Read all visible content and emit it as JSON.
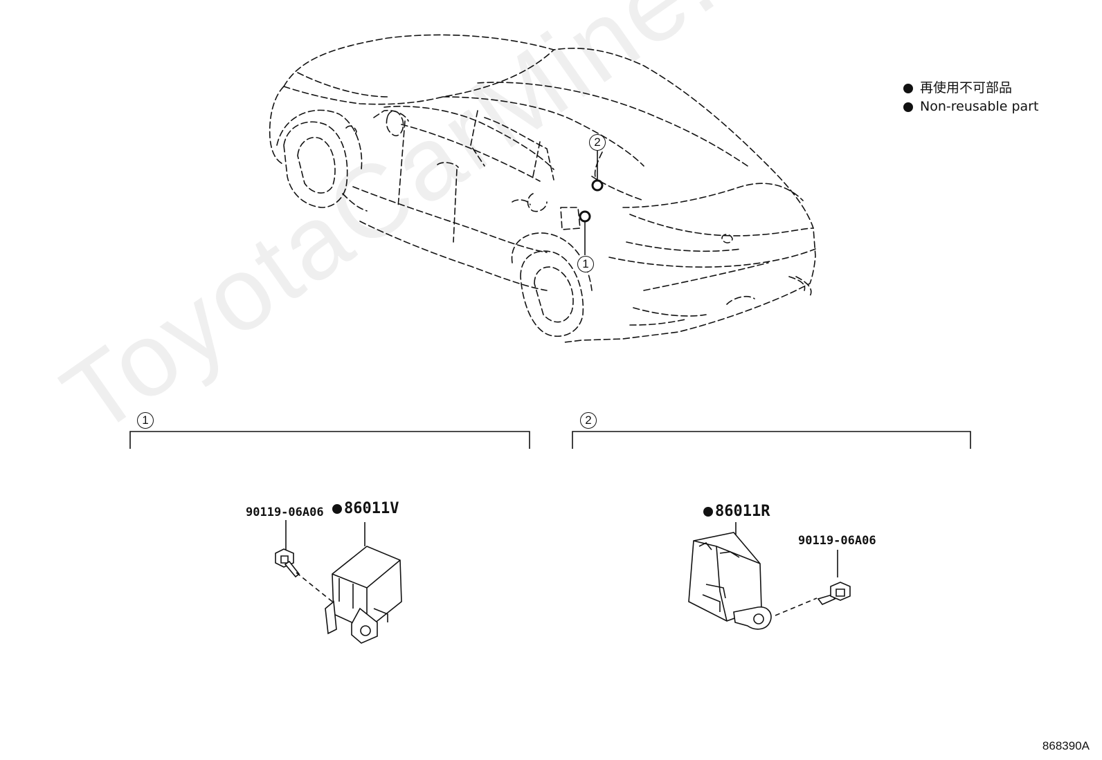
{
  "legend": {
    "japanese": "再使用不可部品",
    "english": "Non-reusable part"
  },
  "callouts": {
    "one": "1",
    "two": "2"
  },
  "section1": {
    "number": "1",
    "bolt_part": "90119-06A06",
    "sensor_part": "86011V"
  },
  "section2": {
    "number": "2",
    "bolt_part": "90119-06A06",
    "sensor_part": "86011R"
  },
  "diagram_code": "868390A",
  "watermark": "ToyotaCarMine.ru",
  "colors": {
    "line": "#111111",
    "watermark": "#969696"
  }
}
